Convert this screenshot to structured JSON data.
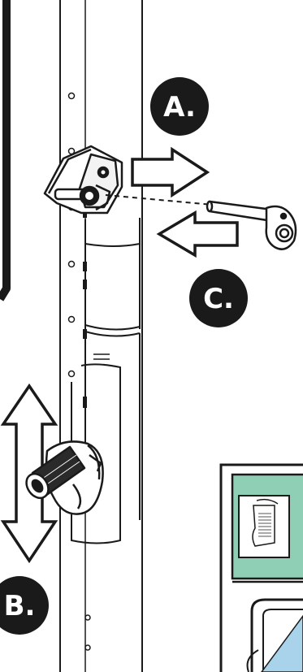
{
  "labels": {
    "a": "A.",
    "b": "B.",
    "c": "C."
  },
  "colors": {
    "ink": "#1a1a1a",
    "panel_green": "#8fcfb6",
    "panel_blue": "#a9d3ea",
    "background": "#ffffff"
  },
  "icons": [
    "pin-latch-icon",
    "release-pin-icon",
    "double-arrow-icon",
    "combination-lock-icon",
    "sticker-icon"
  ]
}
